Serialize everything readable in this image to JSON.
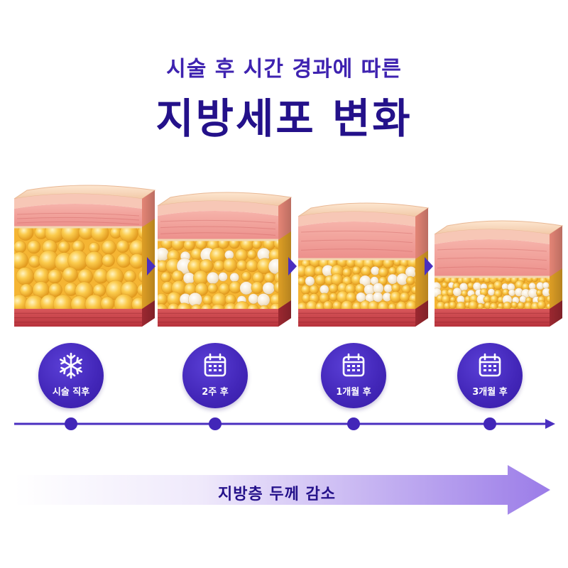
{
  "header": {
    "subtitle": "시술 후 시간 경과에 따른",
    "title": "지방세포 변화"
  },
  "stages": [
    {
      "label": "시술 직후",
      "icon": "snowflake-icon",
      "fat_cell_state": "plump"
    },
    {
      "label": "2주 후",
      "icon": "calendar-icon",
      "fat_cell_state": "some cells fading"
    },
    {
      "label": "1개월 후",
      "icon": "calendar-icon",
      "fat_cell_state": "smaller cells"
    },
    {
      "label": "3개월 후",
      "icon": "calendar-icon",
      "fat_cell_state": "thin fat layer"
    }
  ],
  "banner": {
    "text": "지방층 두께 감소"
  },
  "colors": {
    "title": "#24118a",
    "subtitle": "#3e22b0",
    "badge": "#4226b8",
    "timeline": "#4a2fc0",
    "fat": "#f7bf3a",
    "skin": "#f3a6a0",
    "muscle": "#c9434a",
    "banner_end": "#9b7ce8"
  }
}
